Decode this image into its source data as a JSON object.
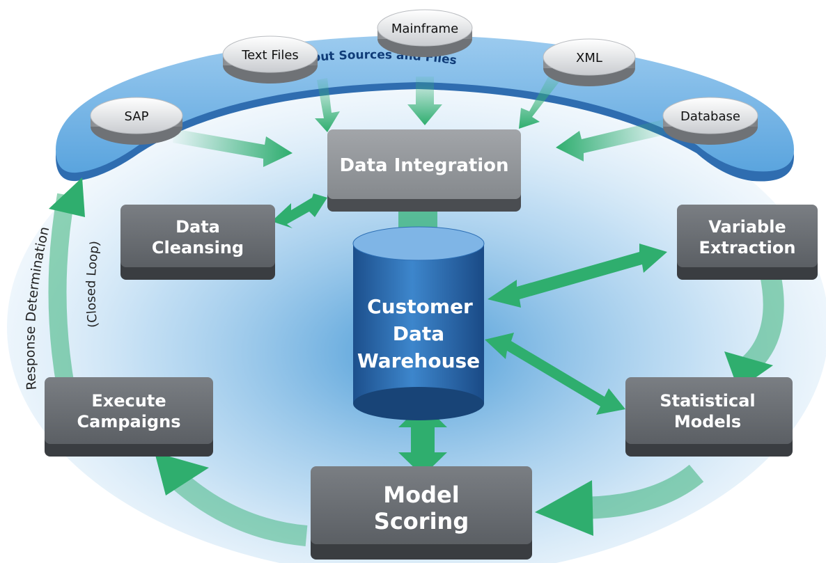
{
  "ring_label": "Input Sources and Files",
  "sources": {
    "sap": "SAP",
    "text_files": "Text Files",
    "mainframe": "Mainframe",
    "xml": "XML",
    "database": "Database"
  },
  "nodes": {
    "data_integration": "Data Integration",
    "data_cleansing": [
      "Data",
      "Cleansing"
    ],
    "variable_extraction": [
      "Variable",
      "Extraction"
    ],
    "warehouse": [
      "Customer",
      "Data",
      "Warehouse"
    ],
    "statistical_models": [
      "Statistical",
      "Models"
    ],
    "execute_campaigns": [
      "Execute",
      "Campaigns"
    ],
    "model_scoring": [
      "Model",
      "Scoring"
    ]
  },
  "loop_label": {
    "outer": "Response Determination",
    "inner": "(Closed Loop)"
  },
  "colors": {
    "ring": "#74b6e6",
    "ring_edge": "#2f6db0",
    "box": "#6b6f74",
    "box_shadow": "#3f4246",
    "integration_box": "#8e9195",
    "cylinder": "#2d6fb5",
    "arrow": "#3ab37a",
    "field": "#cfe6f7"
  }
}
